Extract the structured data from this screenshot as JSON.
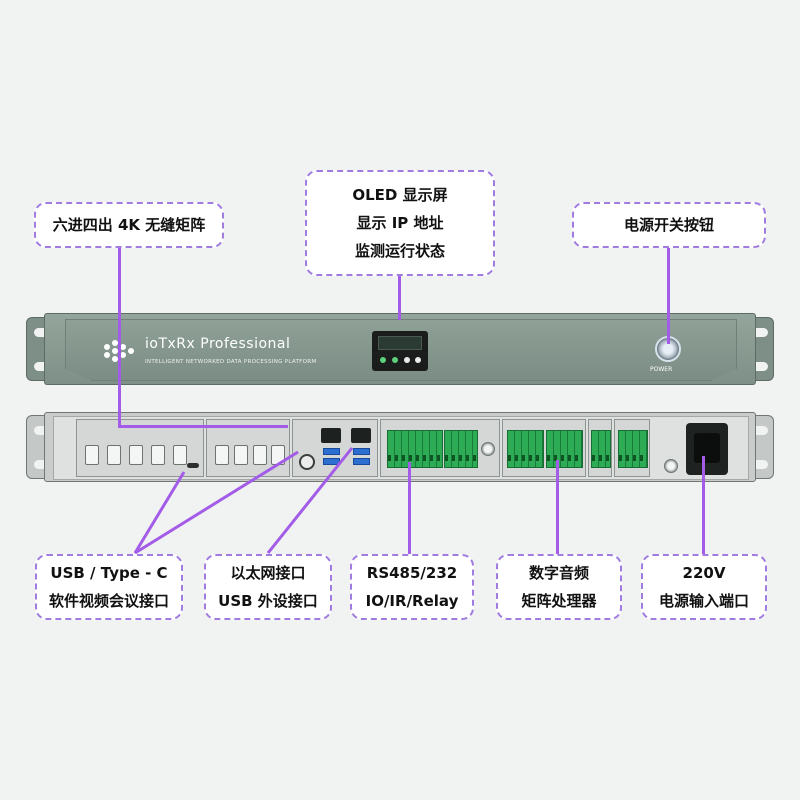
{
  "device": {
    "brand": "ioTxRx Professional",
    "tagline": "INTELLIGENT NETWORKED DATA PROCESSING PLATFORM",
    "power_label": "POWER"
  },
  "callouts": {
    "matrix": [
      "六进四出 4K 无缝矩阵"
    ],
    "oled": [
      "OLED 显示屏",
      "显示 IP 地址",
      "监测运行状态"
    ],
    "power": [
      "电源开关按钮"
    ],
    "usb": [
      "USB / Type - C",
      "软件视频会议接口"
    ],
    "ethernet": [
      "以太网接口",
      "USB 外设接口"
    ],
    "serial": [
      "RS485/232",
      "IO/IR/Relay"
    ],
    "audio": [
      "数字音频",
      "矩阵处理器"
    ],
    "mains": [
      "220V",
      "电源输入端口"
    ]
  },
  "colors": {
    "callout_border": "#a07be0",
    "leader_line": "#a35ce8",
    "chassis": "#7e9087",
    "terminal_green": "#2eab55"
  }
}
